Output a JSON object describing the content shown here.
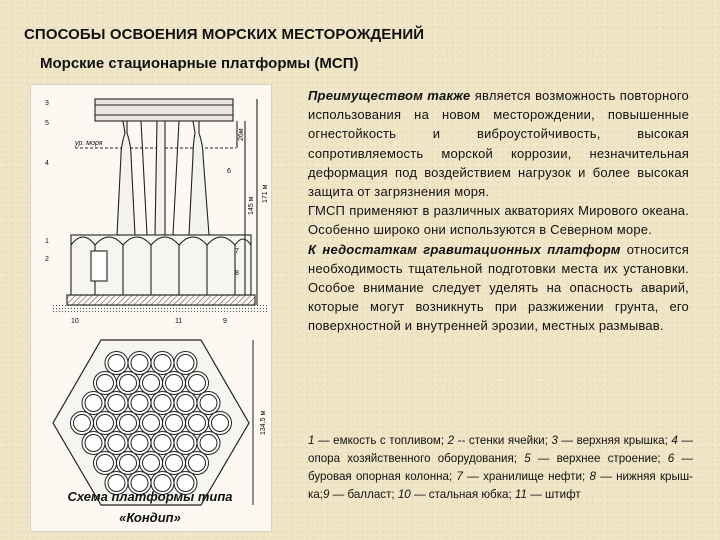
{
  "header": {
    "title": "СПОСОБЫ ОСВОЕНИЯ МОРСКИХ МЕСТОРОЖДЕНИЙ",
    "subtitle": "Морские стационарные платформы (МСП)"
  },
  "figure": {
    "caption_line1": "Схема платформы типа",
    "caption_line2": "«Кондип»",
    "labels": {
      "n1": "1",
      "n2": "2",
      "n3": "3",
      "n4": "4",
      "n5": "5",
      "n6": "6",
      "n7": "7",
      "n8": "8",
      "n9": "9",
      "n10": "10",
      "n11": "11",
      "sea_level": "ур. моря",
      "dim_total": "171 м",
      "dim_depth": "145 м",
      "dim_top": "26м",
      "dim_bottom": "134,5 м"
    }
  },
  "main_text": {
    "p1_lead": "Преимуществом также",
    "p1_body": " является возможность повторного использования на новом месторождении, повышенные огнестойкость и виброустойчивость, высокая сопротивляемость морской коррозии, незначительная деформация под воздействием нагрузок и более высокая защита от загрязнения моря.",
    "p2": "ГМСП применяют в различных акваториях Мирового океана. Особенно широко они используются в Северном море.",
    "p3_lead": "К недостаткам гравитационных платформ",
    "p3_body": " относится необходимость тщательной подготовки места их установки. Особое внимание следует уделять на опасность аварий, которые могут возникнуть при разжижении грунта, его поверхностной и внутренней эрозии, местных размывав."
  },
  "legend": {
    "n1": "1",
    "t1": " — емкость с топливом; ",
    "n2": "2",
    "t2": " -- стенки ячейки; ",
    "n3": "3",
    "t3": " — верхняя крышка; ",
    "n4": "4",
    "t4": " — опора хозяйственного оборудования; ",
    "n5": "5",
    "t5": " — верхнее строение; ",
    "n6": "6",
    "t6": " — буровая опорная колонна; ",
    "n7": "7",
    "t7": " — хранилище нефти; ",
    "n8": "8",
    "t8": " — нижняя крыш-ка;",
    "n9": "9",
    "t9": " — балласт; ",
    "n10": "10",
    "t10": " — стальная юбка; ",
    "n11": "11",
    "t11": " — штифт"
  }
}
